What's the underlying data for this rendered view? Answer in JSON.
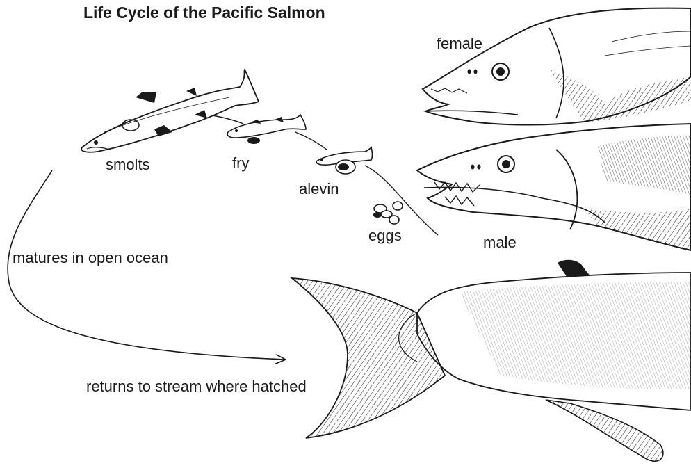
{
  "title": "Life Cycle of the Pacific Salmon",
  "stages": {
    "smolts": "smolts",
    "fry": "fry",
    "alevin": "alevin",
    "eggs": "eggs"
  },
  "adults": {
    "female": "female",
    "male": "male"
  },
  "annotations": {
    "ocean": "matures in open ocean",
    "return": "returns to stream where hatched"
  },
  "colors": {
    "ink": "#1a1a1a",
    "paper": "#ffffff"
  }
}
